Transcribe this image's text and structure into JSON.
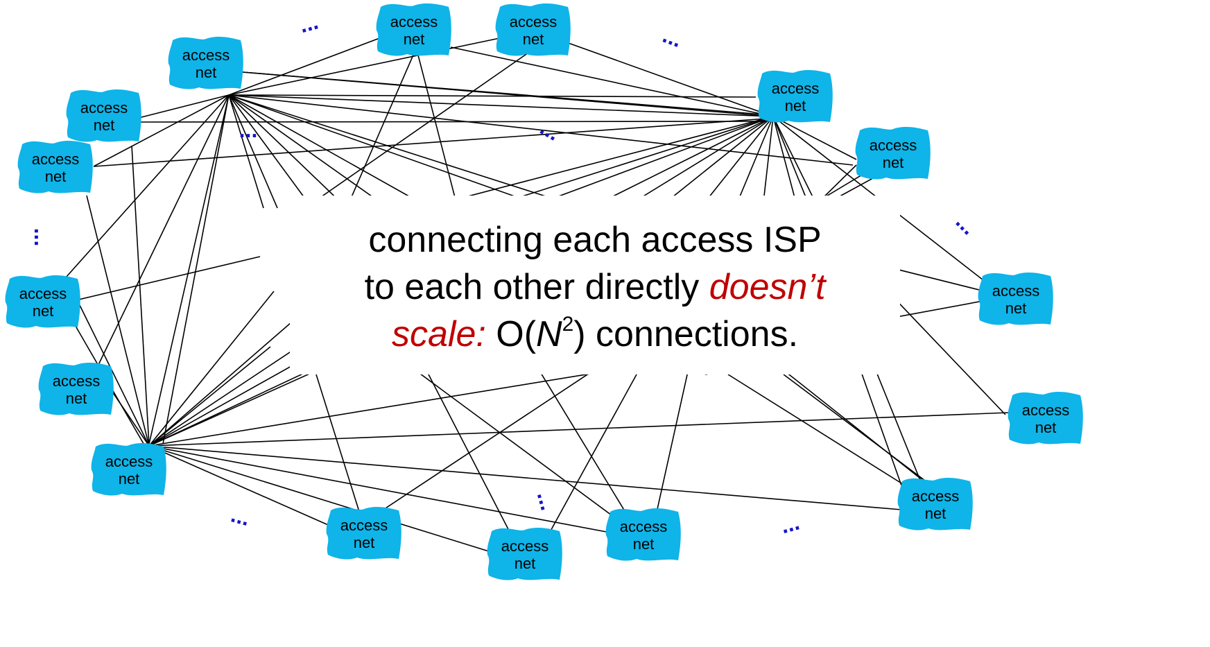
{
  "access_net_label": [
    "access",
    "net"
  ],
  "ellipsis": "...",
  "colors": {
    "cloud": "#0fb4e8",
    "link": "#000000",
    "ellipsis": "#1515c8",
    "highlight": "#c00000"
  },
  "icon": "cloud-icon",
  "caption": {
    "line1": "connecting each access ISP",
    "line2_prefix": "to each other directly ",
    "emphasis_1": "doesn’t",
    "emphasis_2": "scale:",
    "complexity_prefix": " O(",
    "complexity_var": "N",
    "complexity_exp": "2",
    "complexity_suffix": ") connections."
  }
}
